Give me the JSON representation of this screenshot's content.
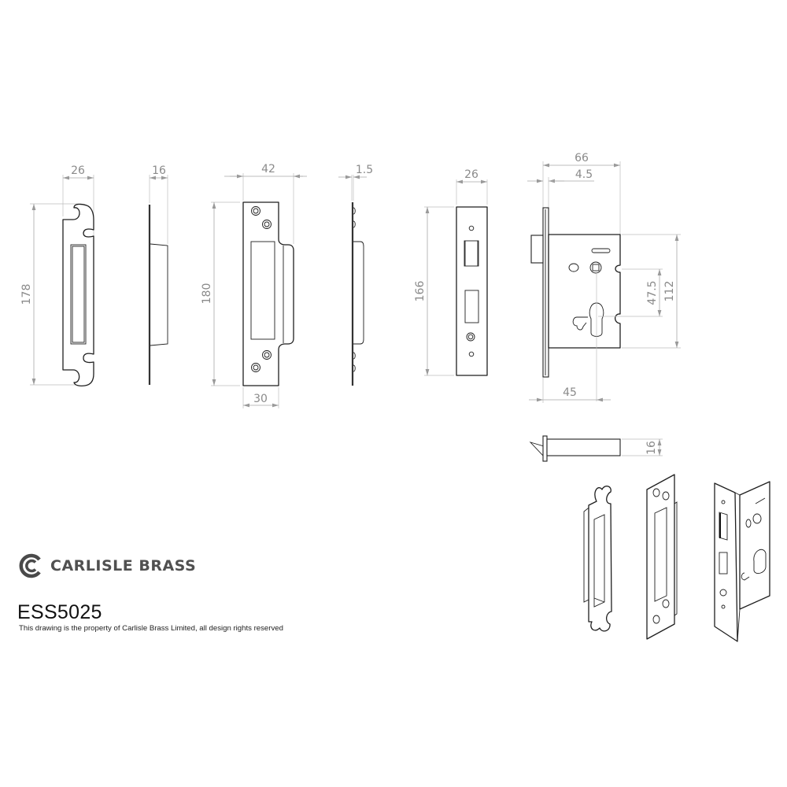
{
  "brand": {
    "name": "CARLISLE BRASS",
    "logo_icon": "carlisle-brass-c-logo-icon"
  },
  "product": {
    "code": "ESS5025",
    "disclaimer": "This drawing is the property of Carlisle Brass Limited, all design rights reserved"
  },
  "views": {
    "keep_front": {
      "width": "26",
      "height": "178"
    },
    "keep_side": {
      "depth": "16"
    },
    "rebate_keep_front": {
      "width": "42",
      "height": "180",
      "plate_width": "30"
    },
    "rebate_keep_side": {
      "thickness": "1.5"
    },
    "forend_front": {
      "width": "26",
      "height": "166"
    },
    "lock_body_side": {
      "overall_depth": "66",
      "forend_thickness": "4.5",
      "backset": "45",
      "centres": "47.5",
      "case_height": "112"
    },
    "bolt_top": {
      "thickness": "16"
    }
  },
  "isometric": [
    {
      "name": "standard-keep",
      "label": ""
    },
    {
      "name": "rebate-keep",
      "label": ""
    },
    {
      "name": "lock-body",
      "label": ""
    }
  ]
}
